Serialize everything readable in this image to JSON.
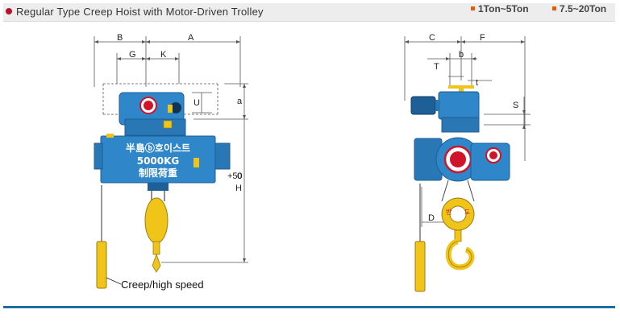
{
  "header": {
    "title": "Regular Type Creep Hoist with Motor-Driven Trolley",
    "range_1": "1Ton~5Ton",
    "range_2": "7.5~20Ton"
  },
  "front_view": {
    "dim_labels": {
      "b": "B",
      "a": "A",
      "g": "G",
      "k": "K",
      "u": "U",
      "a_small": "a",
      "h": "H",
      "h_sup": "+50",
      "h_sub": "0"
    },
    "body_text": {
      "brand": "半島ⓑ호이스트",
      "capacity": "5000KG",
      "limit": "制限荷重"
    },
    "caption": "Creep/high speed"
  },
  "side_view": {
    "dim_labels": {
      "c": "C",
      "f": "F",
      "t_upper": "T",
      "b_small": "b",
      "t_lower": "t",
      "s": "S",
      "d": "D"
    },
    "hook_block_text": {
      "left": "반",
      "right": "도"
    }
  },
  "colors": {
    "hoist_blue": "#2f86c8",
    "hoist_dark_blue": "#1e5f97",
    "hook_yellow": "#f0c419",
    "logo_red": "#d0142a",
    "rule_blue": "#1a6fa3",
    "accent_orange": "#e65c00"
  }
}
